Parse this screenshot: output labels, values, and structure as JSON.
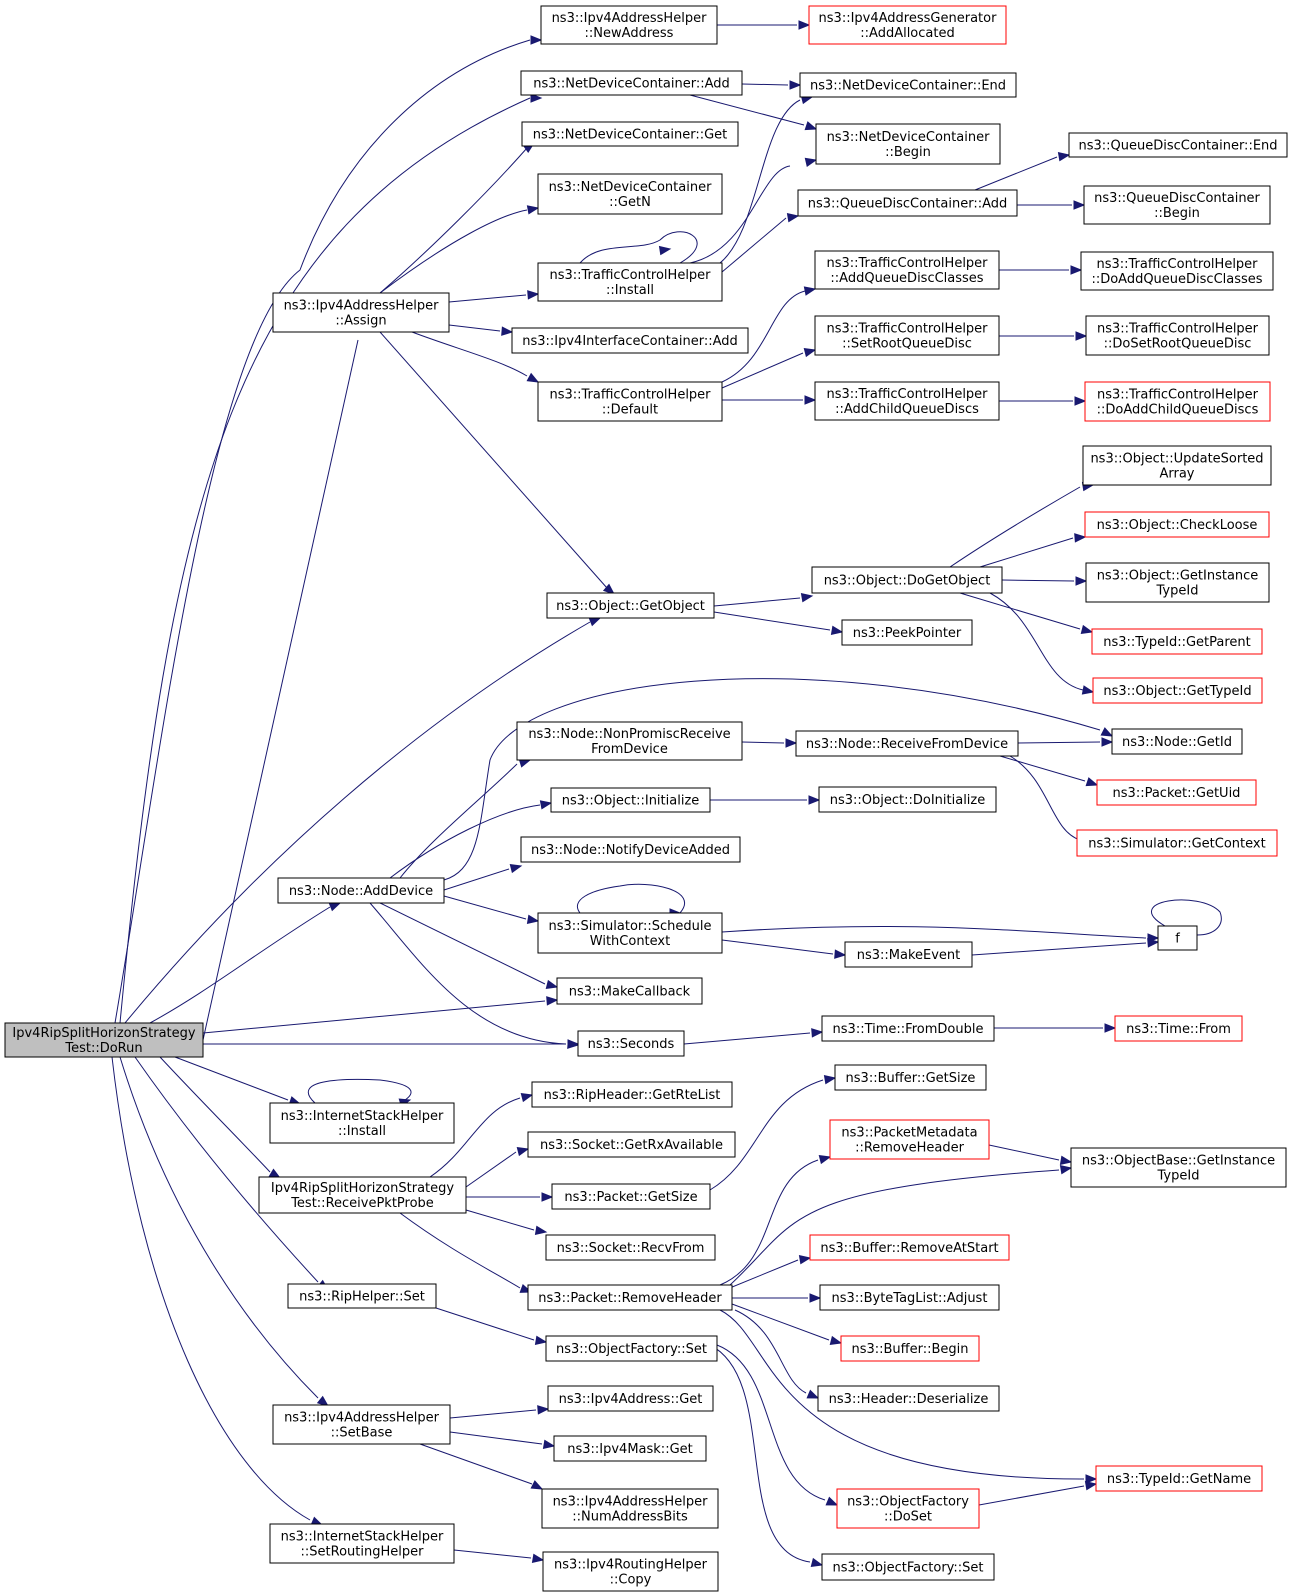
{
  "nodes": [
    {
      "id": "root",
      "lines": [
        "Ipv4RipSplitHorizonStrategy",
        "Test::DoRun"
      ],
      "style": "root"
    },
    {
      "id": "ipv4_newaddress",
      "lines": [
        "ns3::Ipv4AddressHelper",
        "::NewAddress"
      ],
      "style": "normal"
    },
    {
      "id": "ipv4gen_addalloc",
      "lines": [
        "ns3::Ipv4AddressGenerator",
        "::AddAllocated"
      ],
      "style": "red"
    },
    {
      "id": "ndc_add",
      "lines": [
        "ns3::NetDeviceContainer::Add"
      ],
      "style": "normal"
    },
    {
      "id": "ndc_end",
      "lines": [
        "ns3::NetDeviceContainer::End"
      ],
      "style": "normal"
    },
    {
      "id": "ndc_get",
      "lines": [
        "ns3::NetDeviceContainer::Get"
      ],
      "style": "normal"
    },
    {
      "id": "ndc_begin",
      "lines": [
        "ns3::NetDeviceContainer",
        "::Begin"
      ],
      "style": "normal"
    },
    {
      "id": "qdc_end",
      "lines": [
        "ns3::QueueDiscContainer::End"
      ],
      "style": "normal"
    },
    {
      "id": "ndc_getn",
      "lines": [
        "ns3::NetDeviceContainer",
        "::GetN"
      ],
      "style": "normal"
    },
    {
      "id": "qdc_add",
      "lines": [
        "ns3::QueueDiscContainer::Add"
      ],
      "style": "normal"
    },
    {
      "id": "qdc_begin",
      "lines": [
        "ns3::QueueDiscContainer",
        "::Begin"
      ],
      "style": "normal"
    },
    {
      "id": "tch_install",
      "lines": [
        "ns3::TrafficControlHelper",
        "::Install"
      ],
      "style": "normal"
    },
    {
      "id": "tch_addqdclasses",
      "lines": [
        "ns3::TrafficControlHelper",
        "::AddQueueDiscClasses"
      ],
      "style": "normal"
    },
    {
      "id": "tch_doaddqdclasses",
      "lines": [
        "ns3::TrafficControlHelper",
        "::DoAddQueueDiscClasses"
      ],
      "style": "normal"
    },
    {
      "id": "ipv4_assign",
      "lines": [
        "ns3::Ipv4AddressHelper",
        "::Assign"
      ],
      "style": "normal"
    },
    {
      "id": "tch_setroot",
      "lines": [
        "ns3::TrafficControlHelper",
        "::SetRootQueueDisc"
      ],
      "style": "normal"
    },
    {
      "id": "tch_dosetroot",
      "lines": [
        "ns3::TrafficControlHelper",
        "::DoSetRootQueueDisc"
      ],
      "style": "normal"
    },
    {
      "id": "ipv4ic_add",
      "lines": [
        "ns3::Ipv4InterfaceContainer::Add"
      ],
      "style": "normal"
    },
    {
      "id": "tch_default",
      "lines": [
        "ns3::TrafficControlHelper",
        "::Default"
      ],
      "style": "normal"
    },
    {
      "id": "tch_addchild",
      "lines": [
        "ns3::TrafficControlHelper",
        "::AddChildQueueDiscs"
      ],
      "style": "normal"
    },
    {
      "id": "tch_doaddchild",
      "lines": [
        "ns3::TrafficControlHelper",
        "::DoAddChildQueueDiscs"
      ],
      "style": "red"
    },
    {
      "id": "obj_updatesorted",
      "lines": [
        "ns3::Object::UpdateSorted",
        "Array"
      ],
      "style": "normal"
    },
    {
      "id": "obj_checkloose",
      "lines": [
        "ns3::Object::CheckLoose"
      ],
      "style": "red"
    },
    {
      "id": "obj_dogetobject",
      "lines": [
        "ns3::Object::DoGetObject"
      ],
      "style": "normal"
    },
    {
      "id": "obj_getinstancetypeid",
      "lines": [
        "ns3::Object::GetInstance",
        "TypeId"
      ],
      "style": "normal"
    },
    {
      "id": "obj_getobject",
      "lines": [
        "ns3::Object::GetObject"
      ],
      "style": "normal"
    },
    {
      "id": "peekpointer",
      "lines": [
        "ns3::PeekPointer"
      ],
      "style": "normal"
    },
    {
      "id": "typeid_getparent",
      "lines": [
        "ns3::TypeId::GetParent"
      ],
      "style": "red"
    },
    {
      "id": "obj_gettypeid",
      "lines": [
        "ns3::Object::GetTypeId"
      ],
      "style": "red"
    },
    {
      "id": "node_nonpromisc",
      "lines": [
        "ns3::Node::NonPromiscReceive",
        "FromDevice"
      ],
      "style": "normal"
    },
    {
      "id": "node_receivefromdevice",
      "lines": [
        "ns3::Node::ReceiveFromDevice"
      ],
      "style": "normal"
    },
    {
      "id": "node_getid",
      "lines": [
        "ns3::Node::GetId"
      ],
      "style": "normal"
    },
    {
      "id": "packet_getuid",
      "lines": [
        "ns3::Packet::GetUid"
      ],
      "style": "red"
    },
    {
      "id": "obj_initialize",
      "lines": [
        "ns3::Object::Initialize"
      ],
      "style": "normal"
    },
    {
      "id": "obj_doinitialize",
      "lines": [
        "ns3::Object::DoInitialize"
      ],
      "style": "normal"
    },
    {
      "id": "sim_getcontext",
      "lines": [
        "ns3::Simulator::GetContext"
      ],
      "style": "red"
    },
    {
      "id": "node_notify",
      "lines": [
        "ns3::Node::NotifyDeviceAdded"
      ],
      "style": "normal"
    },
    {
      "id": "node_adddevice",
      "lines": [
        "ns3::Node::AddDevice"
      ],
      "style": "normal"
    },
    {
      "id": "sim_schedulewithcontext",
      "lines": [
        "ns3::Simulator::Schedule",
        "WithContext"
      ],
      "style": "normal"
    },
    {
      "id": "f",
      "lines": [
        "f"
      ],
      "style": "normal"
    },
    {
      "id": "makeevent",
      "lines": [
        "ns3::MakeEvent"
      ],
      "style": "normal"
    },
    {
      "id": "makecallback",
      "lines": [
        "ns3::MakeCallback"
      ],
      "style": "normal"
    },
    {
      "id": "seconds",
      "lines": [
        "ns3::Seconds"
      ],
      "style": "normal"
    },
    {
      "id": "time_fromdouble",
      "lines": [
        "ns3::Time::FromDouble"
      ],
      "style": "normal"
    },
    {
      "id": "time_from",
      "lines": [
        "ns3::Time::From"
      ],
      "style": "red"
    },
    {
      "id": "buffer_getsize",
      "lines": [
        "ns3::Buffer::GetSize"
      ],
      "style": "normal"
    },
    {
      "id": "rip_getrtelist",
      "lines": [
        "ns3::RipHeader::GetRteList"
      ],
      "style": "normal"
    },
    {
      "id": "ish_install",
      "lines": [
        "ns3::InternetStackHelper",
        "::Install"
      ],
      "style": "normal"
    },
    {
      "id": "pm_removeheader",
      "lines": [
        "ns3::PacketMetadata",
        "::RemoveHeader"
      ],
      "style": "red"
    },
    {
      "id": "socket_getrxavail",
      "lines": [
        "ns3::Socket::GetRxAvailable"
      ],
      "style": "normal"
    },
    {
      "id": "objbase_getinstancetypeid",
      "lines": [
        "ns3::ObjectBase::GetInstance",
        "TypeId"
      ],
      "style": "normal"
    },
    {
      "id": "receivepktprobe",
      "lines": [
        "Ipv4RipSplitHorizonStrategy",
        "Test::ReceivePktProbe"
      ],
      "style": "normal"
    },
    {
      "id": "packet_getsize",
      "lines": [
        "ns3::Packet::GetSize"
      ],
      "style": "normal"
    },
    {
      "id": "socket_recvfrom",
      "lines": [
        "ns3::Socket::RecvFrom"
      ],
      "style": "normal"
    },
    {
      "id": "buffer_removeatstart",
      "lines": [
        "ns3::Buffer::RemoveAtStart"
      ],
      "style": "red"
    },
    {
      "id": "riphelper_set",
      "lines": [
        "ns3::RipHelper::Set"
      ],
      "style": "normal"
    },
    {
      "id": "packet_removeheader",
      "lines": [
        "ns3::Packet::RemoveHeader"
      ],
      "style": "normal"
    },
    {
      "id": "bytetaglist_adjust",
      "lines": [
        "ns3::ByteTagList::Adjust"
      ],
      "style": "normal"
    },
    {
      "id": "objfactory_set",
      "lines": [
        "ns3::ObjectFactory::Set"
      ],
      "style": "normal"
    },
    {
      "id": "buffer_begin",
      "lines": [
        "ns3::Buffer::Begin"
      ],
      "style": "red"
    },
    {
      "id": "ipv4address_get",
      "lines": [
        "ns3::Ipv4Address::Get"
      ],
      "style": "normal"
    },
    {
      "id": "header_deserialize",
      "lines": [
        "ns3::Header::Deserialize"
      ],
      "style": "normal"
    },
    {
      "id": "ipv4_setbase",
      "lines": [
        "ns3::Ipv4AddressHelper",
        "::SetBase"
      ],
      "style": "normal"
    },
    {
      "id": "ipv4mask_get",
      "lines": [
        "ns3::Ipv4Mask::Get"
      ],
      "style": "normal"
    },
    {
      "id": "typeid_getname",
      "lines": [
        "ns3::TypeId::GetName"
      ],
      "style": "red"
    },
    {
      "id": "ipv4_numaddressbits",
      "lines": [
        "ns3::Ipv4AddressHelper",
        "::NumAddressBits"
      ],
      "style": "normal"
    },
    {
      "id": "objfactory_doset",
      "lines": [
        "ns3::ObjectFactory",
        "::DoSet"
      ],
      "style": "red"
    },
    {
      "id": "ish_setroutinghelper",
      "lines": [
        "ns3::InternetStackHelper",
        "::SetRoutingHelper"
      ],
      "style": "normal"
    },
    {
      "id": "ipv4routinghelper_copy",
      "lines": [
        "ns3::Ipv4RoutingHelper",
        "::Copy"
      ],
      "style": "normal"
    },
    {
      "id": "objfactory_set2",
      "lines": [
        "ns3::ObjectFactory::Set"
      ],
      "style": "normal"
    }
  ],
  "colors": {
    "edge": "#191970",
    "red_border": "#ff0000",
    "root_fill": "#bfbfbf"
  }
}
